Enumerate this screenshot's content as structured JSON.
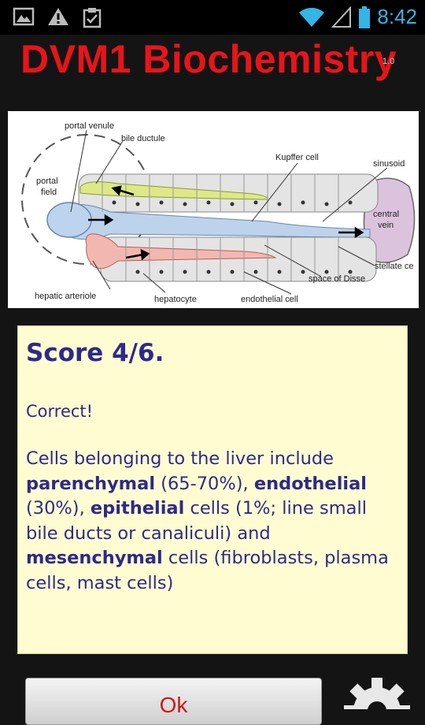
{
  "status_bar": {
    "time": "8:42",
    "icons": [
      "gallery-icon",
      "warning-icon",
      "clipboard-icon",
      "wifi-icon",
      "signal-icon",
      "battery-icon"
    ]
  },
  "app": {
    "title": "DVM1 Biochemistry",
    "version": "1.0"
  },
  "diagram": {
    "labels": {
      "portal_venule": "portal venule",
      "bile_ductule": "bile ductule",
      "portal_field": "portal",
      "portal_field_2": "field",
      "kupffer_cell": "Kupffer cell",
      "sinusoid": "sinusoid",
      "central_vein": "central",
      "central_vein_2": "vein",
      "stellate_cell": "stellate ce",
      "space_of_disse": "space of Disse",
      "hepatic_arteriole": "hepatic arteriole",
      "hepatocyte": "hepatocyte",
      "endothelial_cell": "endothelial cell"
    }
  },
  "quiz": {
    "score": "Score 4/6.",
    "result": "Correct!",
    "explanation": {
      "p1": "Cells belonging to the liver include ",
      "term1": "parenchymal",
      "p2": " (65-70%), ",
      "term2": "endothelial",
      "p3": " (30%), ",
      "term3": "epithelial",
      "p4": " cells (1%; line small bile ducts or canaliculi) and ",
      "term4": "mesenchymal",
      "p5": " cells (fibroblasts, plasma cells, mast cells)"
    }
  },
  "actions": {
    "ok_label": "Ok"
  },
  "colors": {
    "title_red": "#e8141a",
    "clock_blue": "#33b5e5",
    "card_bg": "#fffcd2",
    "card_text": "#2d2a8a"
  }
}
